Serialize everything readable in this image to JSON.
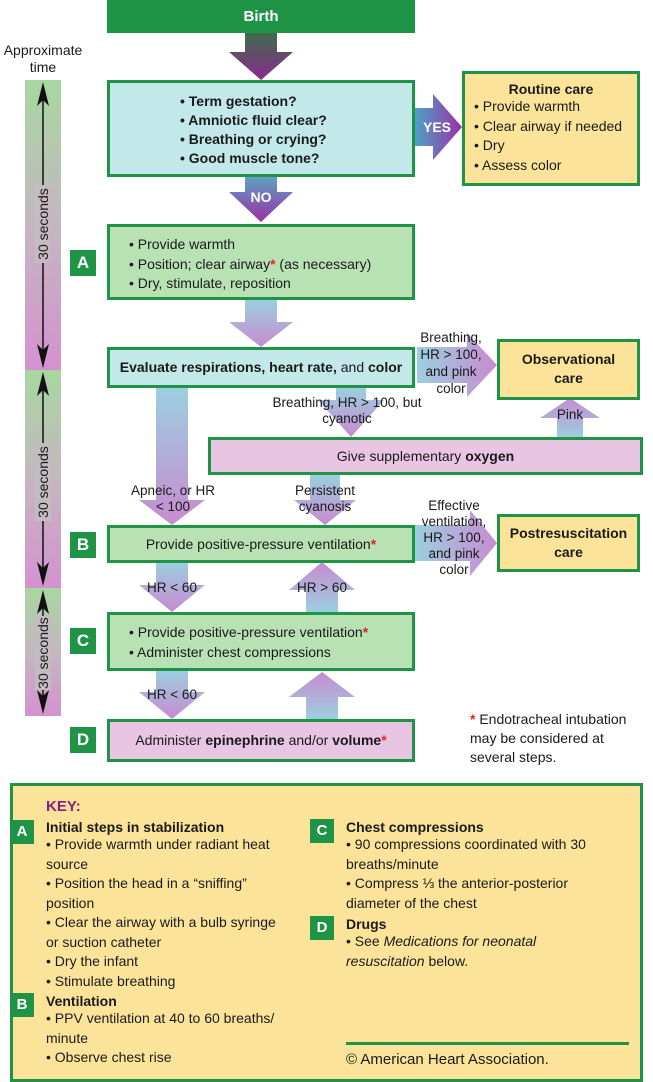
{
  "title": "Neonatal resuscitation algorithm",
  "birth": "Birth",
  "time_axis": {
    "label": "Approximate time",
    "segments": [
      "30 seconds",
      "30 seconds",
      "30 seconds"
    ]
  },
  "assessment": {
    "questions": [
      "Term gestation?",
      "Amniotic fluid clear?",
      "Breathing or crying?",
      "Good muscle tone?"
    ],
    "yes_label": "YES",
    "no_label": "NO"
  },
  "routine_care": {
    "title": "Routine care",
    "items": [
      "Provide warmth",
      "Clear airway if needed",
      "Dry",
      "Assess color"
    ]
  },
  "step_a": {
    "badge": "A",
    "items": [
      "Provide warmth",
      "Position; clear airway",
      "(as necessary)",
      "Dry, stimulate, reposition"
    ]
  },
  "evaluate": {
    "part1": "Evaluate respirations, heart rate,",
    "part2": " and ",
    "part3": "color"
  },
  "observational_care": {
    "title": "Observational care",
    "arrow_label": "Breathing, HR > 100, and pink color"
  },
  "oxygen": {
    "prefix": "Give supplementary ",
    "bold": "oxygen",
    "in_label": "Breathing, HR > 100, but cyanotic",
    "pink_label": "Pink"
  },
  "step_b": {
    "badge": "B",
    "text": "Provide positive-pressure ventilation",
    "apneic_label": "Apneic, or HR < 100",
    "persistent_label": "Persistent cyanosis"
  },
  "postresuscitation": {
    "title": "Postresuscitation care",
    "arrow_label": "Effective ventilation, HR > 100, and pink color"
  },
  "step_c": {
    "badge": "C",
    "items": [
      "Provide positive-pressure ventilation",
      "Administer chest compressions"
    ],
    "down_label": "HR < 60",
    "up_label": "HR > 60"
  },
  "step_d": {
    "badge": "D",
    "text1": "Administer ",
    "bold1": "epinephrine",
    "text2": " and/or ",
    "bold2": "volume",
    "down_label": "HR < 60"
  },
  "footnote": {
    "star": "*",
    "text": "Endotracheal intubation may be considered at several steps."
  },
  "key": {
    "title": "KEY:",
    "sections": [
      {
        "badge": "A",
        "heading": "Initial steps in stabilization",
        "items": [
          "Provide warmth under radiant heat source",
          "Position the head in a “sniffing” position",
          "Clear the airway with a bulb syringe or suction catheter",
          "Dry the infant",
          "Stimulate breathing"
        ]
      },
      {
        "badge": "B",
        "heading": "Ventilation",
        "items": [
          "PPV ventilation at 40 to 60 breaths/ minute",
          "Observe chest rise"
        ]
      },
      {
        "badge": "C",
        "heading": "Chest compressions",
        "items": [
          "90 compressions coordinated with 30 breaths/minute",
          "Compress ⅓ the anterior-posterior diameter of the chest"
        ]
      },
      {
        "badge": "D",
        "heading": "Drugs",
        "items_prefix": "See ",
        "items_italic": "Medications for neonatal resuscitation",
        "items_suffix": " below."
      }
    ],
    "copyright": "© American Heart Association."
  },
  "colors": {
    "green_border": "#1f9447",
    "blue_box": "#c3e8ea",
    "green_box": "#b8e2b4",
    "yellow_box": "#fbe49a",
    "pink_box": "#e9c5e4",
    "key_title": "#8b1a8a",
    "asterisk": "#e8202a"
  }
}
